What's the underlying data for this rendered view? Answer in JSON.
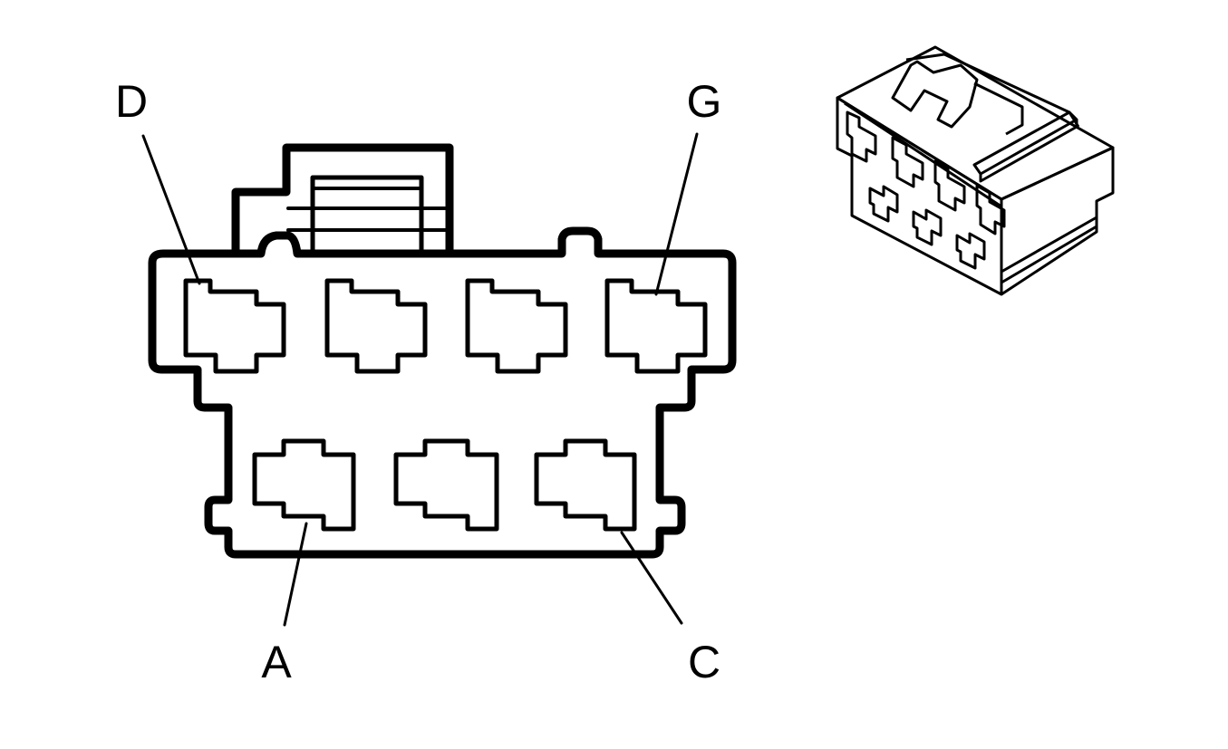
{
  "diagram": {
    "pin_labels": {
      "d": "D",
      "g": "G",
      "a": "A",
      "c": "C"
    },
    "colors": {
      "stroke": "#000000",
      "background": "#ffffff"
    },
    "icons": [
      "connector-face-icon",
      "connector-isometric-icon"
    ]
  }
}
